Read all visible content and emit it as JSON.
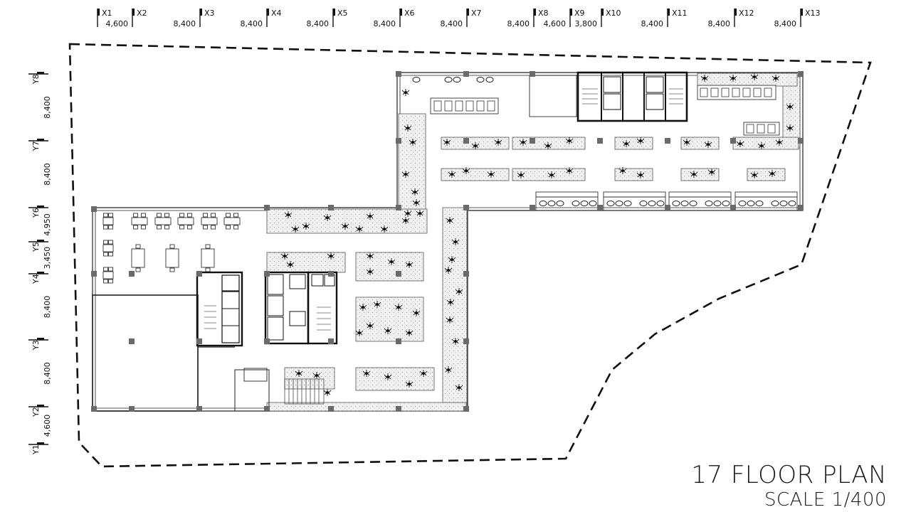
{
  "title": "17 FLOOR PLAN",
  "subtitle": "SCALE 1/400",
  "colors": {
    "line": "#1a1a1a",
    "wall": "#222222",
    "column": "#666666",
    "planter": "#ececec",
    "hatch": "#9a9a9a"
  },
  "x_axes": [
    {
      "label": "X1"
    },
    {
      "label": "X2"
    },
    {
      "label": "X3"
    },
    {
      "label": "X4"
    },
    {
      "label": "X5"
    },
    {
      "label": "X6"
    },
    {
      "label": "X7"
    },
    {
      "label": "X8"
    },
    {
      "label": "X9"
    },
    {
      "label": "X10"
    },
    {
      "label": "X11"
    },
    {
      "label": "X12"
    },
    {
      "label": "X13"
    }
  ],
  "x_spacings": [
    "4,600",
    "8,400",
    "8,400",
    "8,400",
    "8,400",
    "8,400",
    "8,400",
    "4,600",
    "3,800",
    "8,400",
    "8,400",
    "8,400"
  ],
  "y_axes": [
    {
      "label": "Y8"
    },
    {
      "label": "Y7"
    },
    {
      "label": "Y6"
    },
    {
      "label": "Y5"
    },
    {
      "label": "Y4"
    },
    {
      "label": "Y3"
    },
    {
      "label": "Y2"
    },
    {
      "label": "Y1"
    }
  ],
  "y_spacings": [
    "8,400",
    "8,400",
    "4,950",
    "3,450",
    "8,400",
    "8,400",
    "4,600"
  ]
}
